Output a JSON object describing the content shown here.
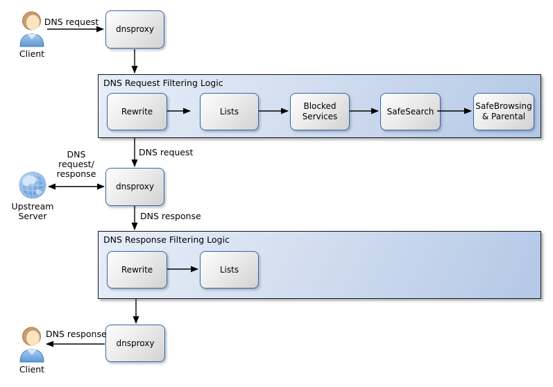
{
  "diagram": {
    "nodes": {
      "client_top": {
        "label": "Client",
        "icon": "person-icon"
      },
      "dnsproxy_top": {
        "label": "dnsproxy"
      },
      "dnsproxy_mid": {
        "label": "dnsproxy"
      },
      "upstream": {
        "label": "Upstream Server",
        "icon": "globe-icon"
      },
      "dnsproxy_bottom": {
        "label": "dnsproxy"
      },
      "client_bottom": {
        "label": "Client",
        "icon": "person-icon"
      }
    },
    "containers": [
      {
        "title": "DNS Request Filtering Logic",
        "boxes": [
          "Rewrite",
          "Lists",
          "Blocked Services",
          "SafeSearch",
          "SafeBrowsing & Parental"
        ]
      },
      {
        "title": "DNS Response Filtering Logic",
        "boxes": [
          "Rewrite",
          "Lists"
        ]
      }
    ],
    "edge_labels": {
      "client_to_proxy": "DNS request",
      "container1_to_proxy": "DNS request",
      "upstream_bidirectional": "DNS request/ response",
      "proxy_to_container2": "DNS response",
      "proxy_to_client": "DNS response"
    },
    "colors": {
      "container_border": "#11131c",
      "container_fill_start": "#e7eef8",
      "container_fill_end": "#b3c8e6",
      "node_border": "#3465a4",
      "node_fill_start": "#fefefe",
      "node_fill_end": "#d2d2d2",
      "arrow": "#000000",
      "background": "#ffffff"
    }
  }
}
